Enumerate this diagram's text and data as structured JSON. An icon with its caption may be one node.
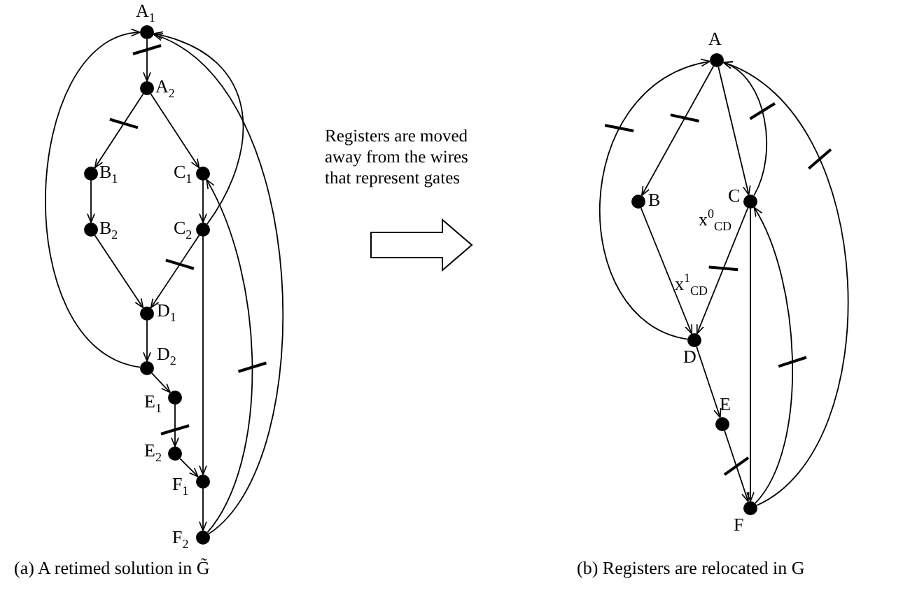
{
  "diagram": {
    "nodes": [
      {
        "text": [
          "A$_{1}$"
        ]
      },
      {
        "text": [
          "A$_{2}$"
        ]
      },
      {
        "text": [
          "B$_{1}$"
        ]
      },
      {
        "text": [
          "C$_{1}$"
        ]
      },
      {
        "text": [
          "B$_{2}$"
        ]
      },
      {
        "text": [
          "C$_{2}$"
        ]
      },
      {
        "text": [
          "D$_{1}$"
        ]
      },
      {
        "text": [
          "D$_{2}$"
        ]
      },
      {
        "text": [
          "E$_{1}$"
        ]
      },
      {
        "text": [
          "E$_{2}$"
        ]
      },
      {
        "text": [
          "F$_{1}$"
        ]
      },
      {
        "text": [
          "F$_{2}$"
        ]
      },
      {
        "text": [
          "A"
        ]
      },
      {
        "text": [
          "B"
        ]
      },
      {
        "text": [
          "C"
        ]
      },
      {
        "text": [
          "D"
        ]
      },
      {
        "text": [
          "E"
        ]
      },
      {
        "text": [
          "F"
        ]
      }
    ],
    "edges": [
      {
        "from": 0,
        "to": 1,
        "arrow": "to"
      },
      {
        "from": 1,
        "to": 2,
        "arrow": "to"
      },
      {
        "from": 1,
        "to": 3,
        "arrow": "to"
      },
      {
        "from": 2,
        "to": 4,
        "arrow": "to"
      },
      {
        "from": 3,
        "to": 5,
        "arrow": "to"
      },
      {
        "from": 4,
        "to": 6,
        "arrow": "to"
      },
      {
        "from": 5,
        "to": 6,
        "arrow": "to"
      },
      {
        "from": 6,
        "to": 7,
        "arrow": "to"
      },
      {
        "from": 7,
        "to": 8,
        "arrow": "to"
      },
      {
        "from": 8,
        "to": 9,
        "arrow": "to"
      },
      {
        "from": 9,
        "to": 10,
        "arrow": "to"
      },
      {
        "from": 5,
        "to": 10,
        "arrow": "to"
      },
      {
        "from": 10,
        "to": 11,
        "arrow": "to"
      },
      {
        "from": 7,
        "to": 0,
        "arrow": "to"
      },
      {
        "from": 5,
        "to": 0,
        "arrow": "to"
      },
      {
        "from": 11,
        "to": 3,
        "arrow": "to"
      },
      {
        "from": 11,
        "to": 0,
        "arrow": "to"
      },
      {
        "from": 12,
        "to": 13,
        "arrow": "to"
      },
      {
        "from": 12,
        "to": 14,
        "arrow": "to"
      },
      {
        "from": 14,
        "to": 15,
        "arrow": "to"
      },
      {
        "from": 13,
        "to": 15,
        "arrow": "to"
      },
      {
        "from": 15,
        "to": 16,
        "arrow": "to"
      },
      {
        "from": 16,
        "to": 17,
        "arrow": "to"
      },
      {
        "from": 14,
        "to": 17,
        "arrow": "to"
      },
      {
        "from": 15,
        "to": 12,
        "arrow": "to"
      },
      {
        "from": 14,
        "to": 12,
        "arrow": "to"
      },
      {
        "from": 17,
        "to": 14,
        "arrow": "to"
      },
      {
        "from": 17,
        "to": 12,
        "arrow": "to"
      }
    ],
    "labels": [
      "Registers are moved away from the wires that represent gates",
      "x$^{0}$$_{CD}$",
      "x$^{1}$$_{CD}$",
      "(a) A retimed solution in G̃",
      "(b) Registers are relocated in G"
    ]
  }
}
